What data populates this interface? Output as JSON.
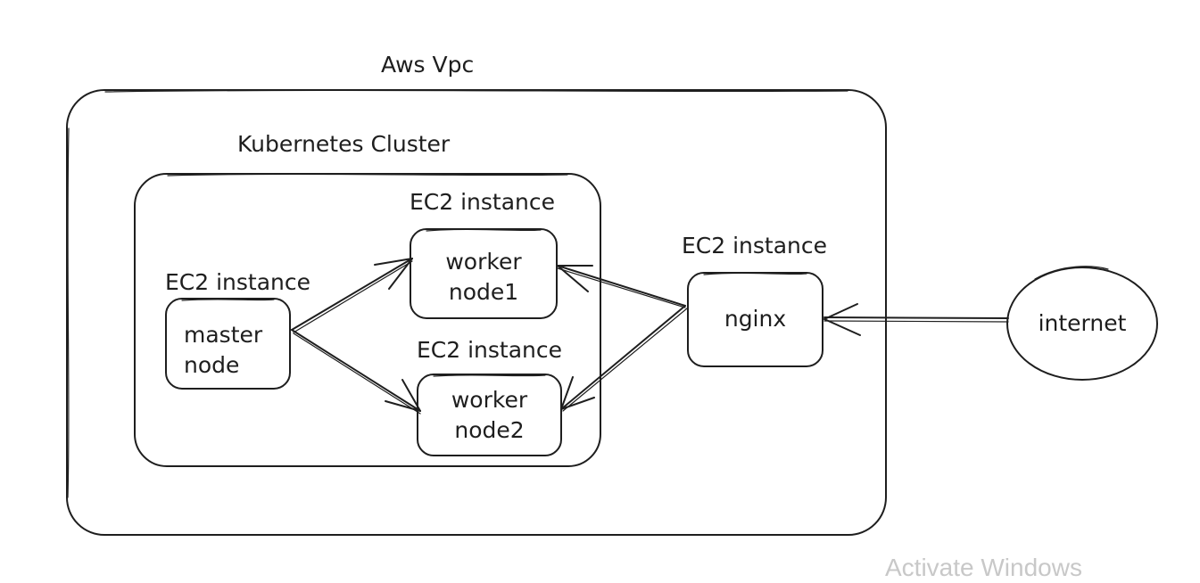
{
  "diagram": {
    "vpc": {
      "title": "Aws Vpc"
    },
    "cluster": {
      "title": "Kubernetes Cluster"
    },
    "master": {
      "caption": "EC2 instance",
      "line1": "master",
      "line2": "node"
    },
    "worker1": {
      "caption": "EC2 instance",
      "line1": "worker",
      "line2": "node1"
    },
    "worker2": {
      "caption": "EC2 instance",
      "line1": "worker",
      "line2": "node2"
    },
    "nginx": {
      "caption": "EC2 instance",
      "label": "nginx"
    },
    "internet": {
      "label": "internet"
    },
    "edges": [
      {
        "from": "master node",
        "to": "worker node1"
      },
      {
        "from": "master node",
        "to": "worker node2"
      },
      {
        "from": "nginx",
        "to": "worker node1"
      },
      {
        "from": "nginx",
        "to": "worker node2"
      },
      {
        "from": "internet",
        "to": "nginx"
      }
    ]
  },
  "os_watermark": "Activate Windows",
  "colors": {
    "stroke": "#1e1e1e",
    "text": "#1e1e1e",
    "background": "#ffffff",
    "watermark": "#c8c8c8"
  }
}
